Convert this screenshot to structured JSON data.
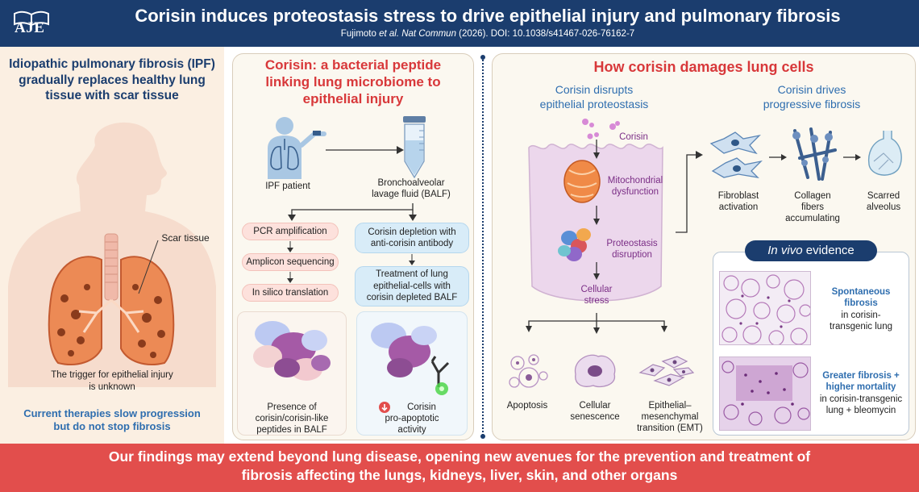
{
  "header": {
    "logo_text": "AJE",
    "title": "Corisin induces proteostasis stress to drive epithelial injury and pulmonary fibrosis",
    "citation_authors": "Fujimoto ",
    "citation_etal": "et al. Nat Commun",
    "citation_rest": " (2026). DOI: 10.1038/s41467-026-76162-7"
  },
  "left": {
    "heading": "Idiopathic pulmonary fibrosis (IPF) gradually replaces healthy lung tissue with scar tissue",
    "scar_label": "Scar tissue",
    "trigger_line1": "The trigger for epithelial injury",
    "trigger_line2": "is unknown",
    "therapy_line1": "Current therapies slow progression",
    "therapy_line2": "but do not stop fibrosis"
  },
  "middle": {
    "heading_line1": "Corisin: a bacterial peptide",
    "heading_line2": "linking lung microbiome to",
    "heading_line3": "epithelial injury",
    "ipf_patient": "IPF patient",
    "balf_line1": "Bronchoalveolar",
    "balf_line2": "lavage fluid (BALF)",
    "pcr": "PCR amplification",
    "amplicon": "Amplicon sequencing",
    "insilico": "In silico translation",
    "depletion_line1": "Corisin depletion with",
    "depletion_line2": "anti-corisin antibody",
    "treatment_line1": "Treatment of lung",
    "treatment_line2": "epithelial-cells with",
    "treatment_line3": "corisin depleted BALF",
    "presence_line1": "Presence of",
    "presence_line2": "corisin/corisin-like",
    "presence_line3": "peptides in BALF",
    "corisin_line1": "Corisin",
    "corisin_line2": "pro-apoptotic",
    "corisin_line3": "activity"
  },
  "right": {
    "heading": "How corisin damages lung cells",
    "disrupts_line1": "Corisin disrupts",
    "disrupts_line2": "epithelial proteostasis",
    "drives_line1": "Corisin drives",
    "drives_line2": "progressive fibrosis",
    "corisin": "Corisin",
    "mito_line1": "Mitochondrial",
    "mito_line2": "dysfunction",
    "proteo_line1": "Proteostasis",
    "proteo_line2": "disruption",
    "stress_line1": "Cellular",
    "stress_line2": "stress",
    "apoptosis": "Apoptosis",
    "senescence_line1": "Cellular",
    "senescence_line2": "senescence",
    "emt_line1": "Epithelial–",
    "emt_line2": "mesenchymal",
    "emt_line3": "transition (EMT)",
    "fibroblast_line1": "Fibroblast",
    "fibroblast_line2": "activation",
    "collagen_line1": "Collagen",
    "collagen_line2": "fibers",
    "collagen_line3": "accumulating",
    "scarred_line1": "Scarred",
    "scarred_line2": "alveolus",
    "vivo_italic": "In vivo",
    "vivo_rest": " evidence",
    "spont_line1": "Spontaneous",
    "spont_line2": "fibrosis",
    "spont_line3": "in corisin-",
    "spont_line4": "transgenic lung",
    "greater_line1": "Greater fibrosis +",
    "greater_line2": "higher mortality",
    "greater_line3": "in corisin-transgenic",
    "greater_line4": "lung + bleomycin"
  },
  "footer": {
    "line1": "Our findings may extend beyond lung disease, opening new avenues for the prevention and treatment of",
    "line2": "fibrosis affecting the lungs, kidneys, liver, skin, and other organs"
  },
  "colors": {
    "header_bg": "#1b3d6e",
    "accent_red": "#d8383a",
    "accent_blue": "#2f6eaf",
    "footer_bg": "#e24e4c"
  }
}
